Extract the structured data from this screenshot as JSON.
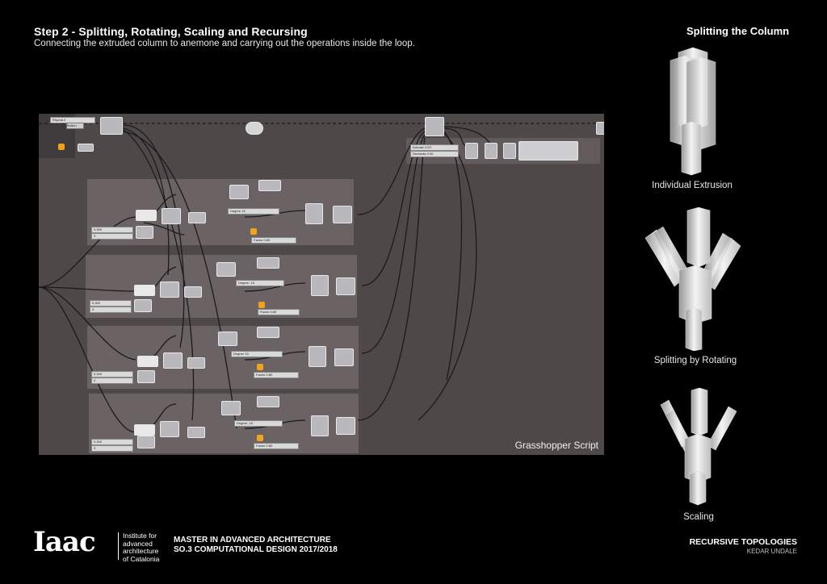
{
  "header": {
    "title": "Step 2 - Splitting, Rotating, Scaling and Recursing",
    "subtitle": "Connecting the extruded column to anemone and carrying out the operations inside the loop."
  },
  "sidebar": {
    "title": "Splitting the Column",
    "captions": [
      "Individual Extrusion",
      "Splitting by Rotating",
      "Scaling"
    ]
  },
  "canvas": {
    "label": "Grasshopper Script",
    "groups": [
      {
        "degree": "Degree",
        "degree_value": "15",
        "factor": "Factor",
        "factor_value": "0.80",
        "a": "0.300",
        "b": "3"
      },
      {
        "degree": "Degree",
        "degree_value": "-15",
        "factor": "Factor",
        "factor_value": "0.80",
        "a": "0.300",
        "b": "3"
      },
      {
        "degree": "Degree",
        "degree_value": "15",
        "factor": "Factor",
        "factor_value": "0.80",
        "a": "0.300",
        "b": "3"
      },
      {
        "degree": "Degree",
        "degree_value": "-15",
        "factor": "Factor",
        "factor_value": "0.80",
        "a": "0.300",
        "b": "3"
      }
    ],
    "top_left": {
      "repeat": "Repeat",
      "repeat_value": "2",
      "button": "Button"
    },
    "top_right": {
      "domain": "Domain",
      "domain_value": "0.00",
      "decimals": "Decimals",
      "decimals_value": "0.00"
    }
  },
  "footer": {
    "logo": "Iaac",
    "institute": [
      "Institute for",
      "advanced",
      "architecture",
      "of Catalonia"
    ],
    "program": "MASTER IN ADVANCED ARCHITECTURE",
    "course": "SO.3 COMPUTATIONAL DESIGN 2017/2018",
    "project": "RECURSIVE TOPOLOGIES",
    "author": "KEDAR UNDALE"
  },
  "colors": {
    "background": "#000000",
    "canvas": "#4f4849",
    "group": "#6b6263",
    "node": "#b9b9bd",
    "accent": "#f3a21c"
  }
}
